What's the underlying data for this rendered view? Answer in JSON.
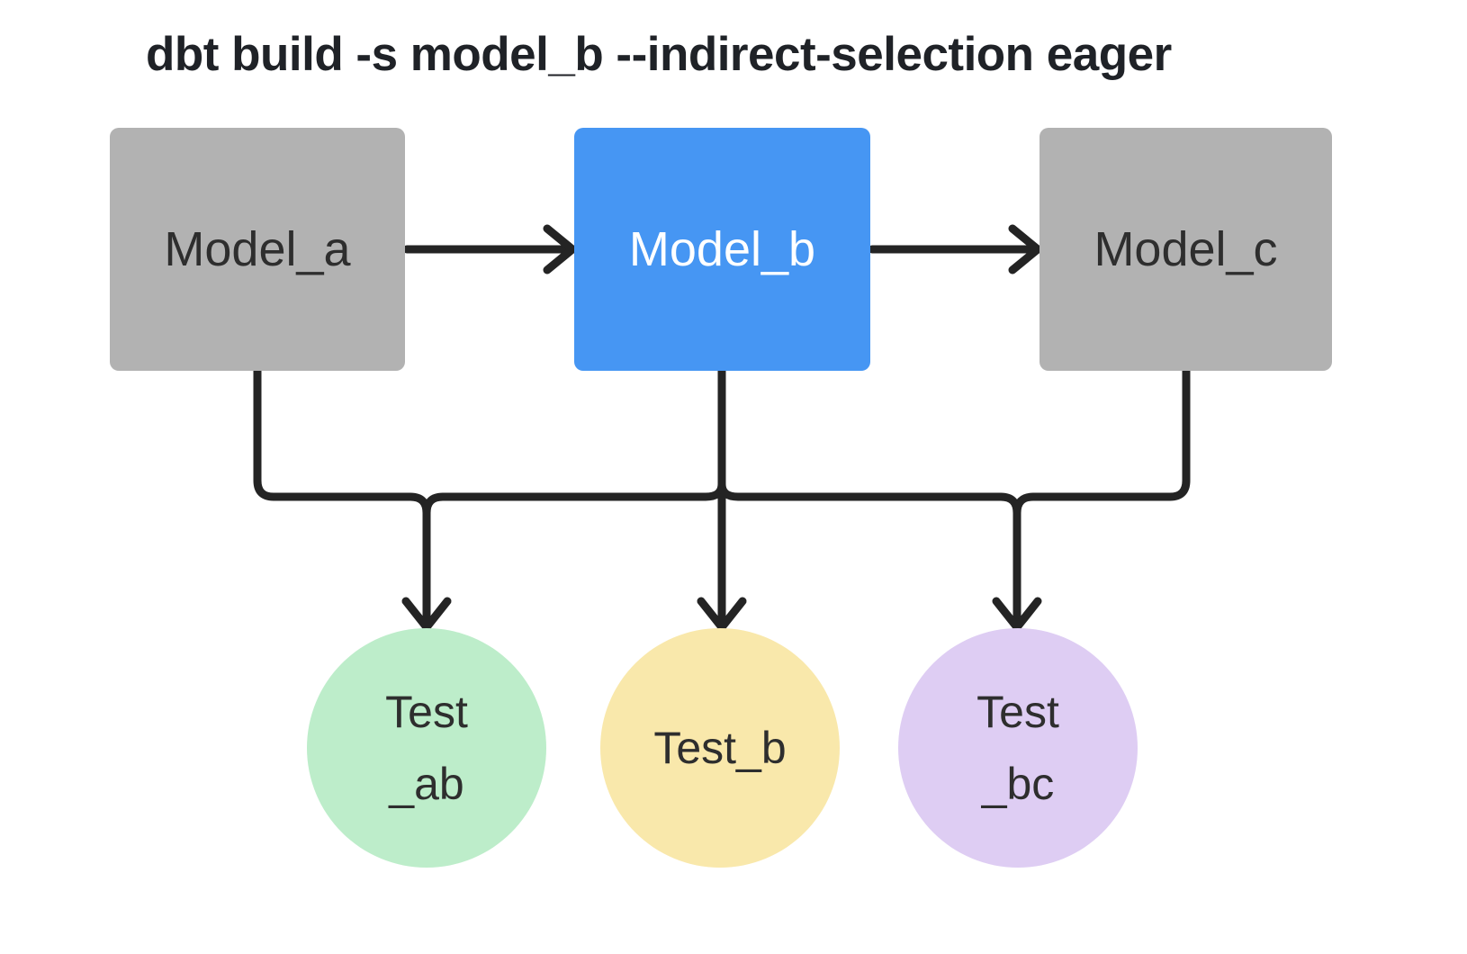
{
  "title": "dbt build -s model_b --indirect-selection eager",
  "colors": {
    "background": "#ffffff",
    "title_text": "#1f2227",
    "edge": "#242424",
    "model_fill": "#b2b2b2",
    "model_text": "#2e2e2e",
    "selected_fill": "#4696f3",
    "selected_text": "#ffffff",
    "test_ab_fill": "#bdedca",
    "test_b_fill": "#f9e8ab",
    "test_bc_fill": "#decdf3",
    "test_text": "#2e2e2e"
  },
  "models": [
    {
      "id": "model_a",
      "label": "Model_a",
      "selected": false
    },
    {
      "id": "model_b",
      "label": "Model_b",
      "selected": true
    },
    {
      "id": "model_c",
      "label": "Model_c",
      "selected": false
    }
  ],
  "tests": [
    {
      "id": "test_ab",
      "lines": [
        "Test",
        "_ab"
      ]
    },
    {
      "id": "test_b",
      "lines": [
        "Test_b"
      ]
    },
    {
      "id": "test_bc",
      "lines": [
        "Test",
        "_bc"
      ]
    }
  ],
  "edges": [
    {
      "from": "model_a",
      "to": "model_b"
    },
    {
      "from": "model_b",
      "to": "model_c"
    },
    {
      "from": "model_a",
      "to": "test_ab"
    },
    {
      "from": "model_b",
      "to": "test_ab"
    },
    {
      "from": "model_b",
      "to": "test_b"
    },
    {
      "from": "model_b",
      "to": "test_bc"
    },
    {
      "from": "model_c",
      "to": "test_bc"
    }
  ]
}
